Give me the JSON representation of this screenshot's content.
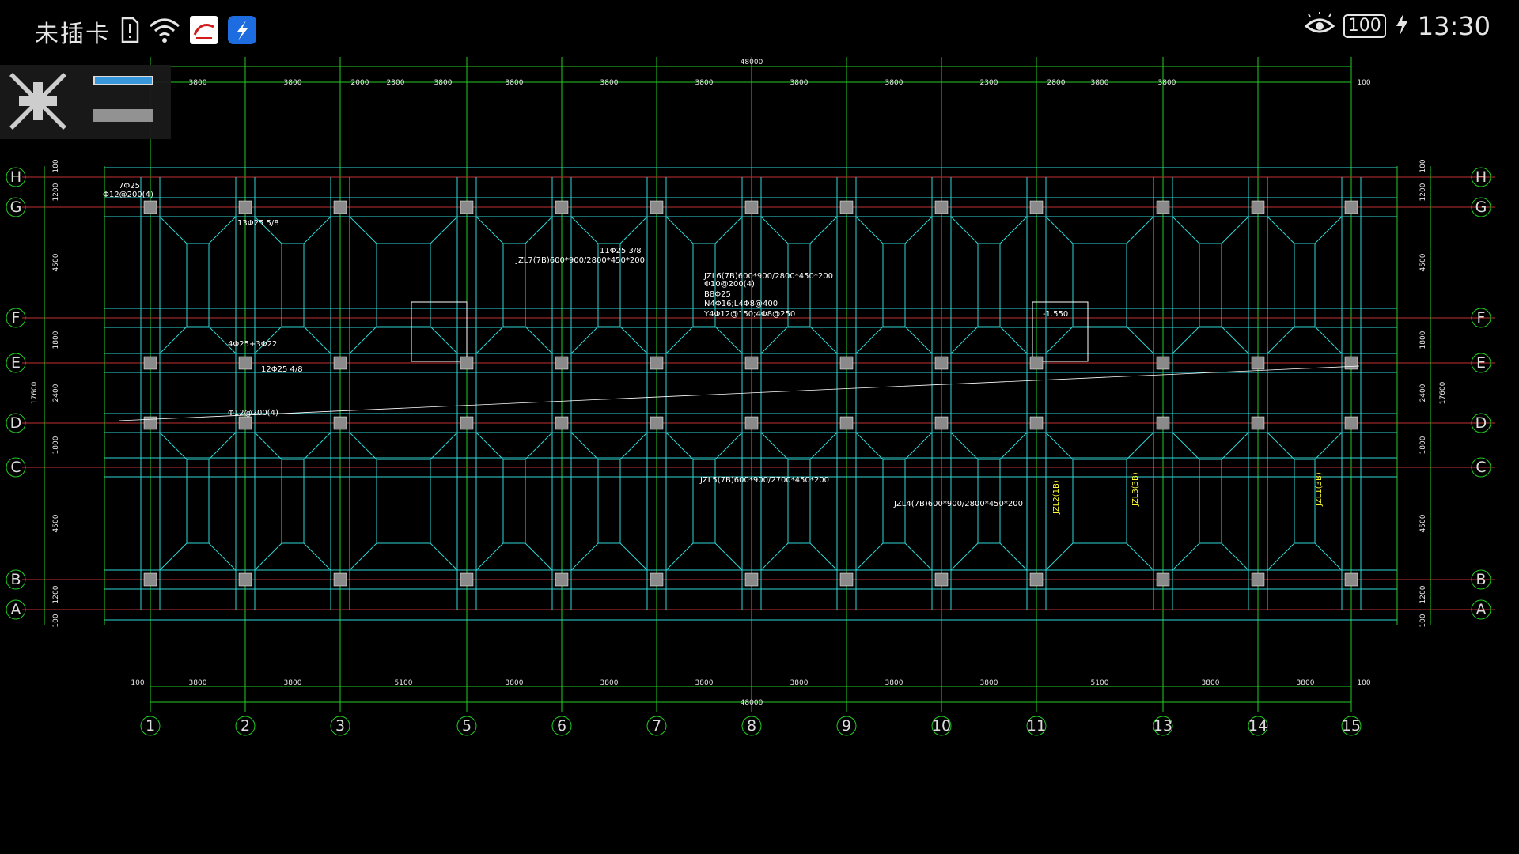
{
  "status_bar": {
    "carrier": "未插卡",
    "battery": "100",
    "time": "13:30",
    "icons": [
      "sim-alert-icon",
      "wifi-icon",
      "news-app-icon",
      "app-s-icon",
      "eye-care-icon",
      "charging-icon"
    ]
  },
  "toolbar": {
    "zoom_icon": "shrink-arrows-icon",
    "menu_icon": "menu-lines-icon"
  },
  "drawing": {
    "top_total": "48000",
    "bottom_total": "48000",
    "top_spans": [
      "3800",
      "3800",
      "2000",
      "2300",
      "3800",
      "3800",
      "3800",
      "3800",
      "3800",
      "3800",
      "2300",
      "2800",
      "3800",
      "3800"
    ],
    "top_edge": "100",
    "bottom_spans": [
      "3800",
      "3800",
      "5100",
      "3800",
      "3800",
      "3800",
      "3800",
      "3800",
      "3800",
      "5100",
      "3800",
      "3800"
    ],
    "bottom_edge_left": "100",
    "bottom_edge_right": "100",
    "col_labels": [
      "1",
      "2",
      "3",
      "5",
      "6",
      "7",
      "8",
      "9",
      "10",
      "11",
      "13",
      "14",
      "15"
    ],
    "row_labels": [
      "H",
      "G",
      "F",
      "E",
      "D",
      "C",
      "B",
      "A"
    ],
    "left_dims": [
      "100",
      "1200",
      "4500",
      "1800",
      "2400",
      "1800",
      "4500",
      "1200",
      "100"
    ],
    "left_total": "17600",
    "right_total": "17600",
    "notes": [
      {
        "text": "7Φ25",
        "col": 1
      },
      {
        "text": "Φ12@200(4)",
        "col": 1
      },
      {
        "text": "13Φ25 5/8",
        "col": 2
      },
      {
        "text": "4Φ25+3Φ22",
        "col": 3
      },
      {
        "text": "Φ12@200(4)",
        "col": 3
      },
      {
        "text": "12Φ25 4/8",
        "col": 4
      },
      {
        "text": "JZL6(7B)600*900/2800*450*200",
        "col": 5
      },
      {
        "text": "Φ10@200(4)",
        "col": 5
      },
      {
        "text": "B8Φ25",
        "col": 5
      },
      {
        "text": "N4Φ16;L4Φ8@400",
        "col": 5
      },
      {
        "text": "Y4Φ12@150;4Φ8@250",
        "col": 5
      },
      {
        "text": "JZL5(7B)600*900/2700*450*200",
        "col": 6
      },
      {
        "text": "JZL7(7B)600*900/2800*450*200",
        "col": 7
      },
      {
        "text": "JZL4(7B)600*900/2800*450*200",
        "col": 8
      },
      {
        "text": "-1.550",
        "col": 9
      },
      {
        "text": "11Φ25 3/8",
        "col": 10
      },
      {
        "text": "JZL2(1B)",
        "col": 11
      },
      {
        "text": "JZL3(3B)",
        "col": 12
      },
      {
        "text": "JZL1(3B)",
        "col": 13
      }
    ]
  }
}
